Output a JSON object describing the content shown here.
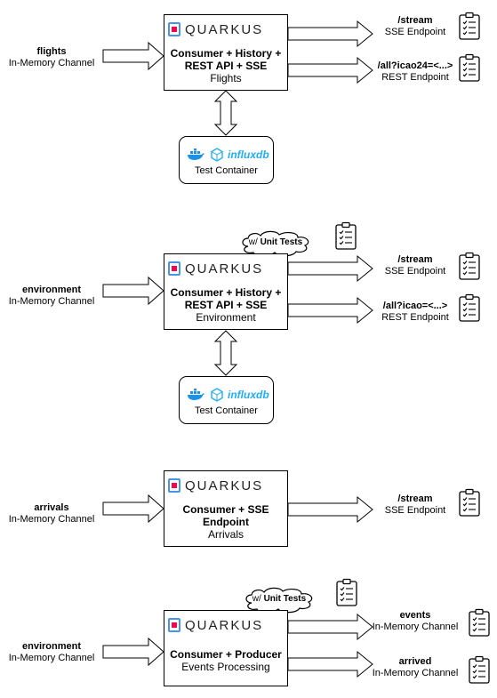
{
  "brand": {
    "name": "QUARKUS",
    "logo_color": "#4695eb",
    "logo_accent": "#ff004a"
  },
  "test_container": {
    "label": "Test Container",
    "db_name": "influxdb",
    "docker_color": "#1d91e6",
    "influx_color": "#22adf6"
  },
  "cloud": {
    "label_prefix": "w/ ",
    "label_bold": "Unit Tests"
  },
  "sections": [
    {
      "input": {
        "name": "flights",
        "channel": "In-Memory Channel"
      },
      "service": {
        "title_line1": "Consumer + History +",
        "title_line2": "REST API + SSE",
        "subtitle": "Flights"
      },
      "outputs": [
        {
          "name": "/stream",
          "desc": "SSE Endpoint"
        },
        {
          "name": "/all?icao24=<...>",
          "desc": "REST Endpoint"
        }
      ]
    },
    {
      "input": {
        "name": "environment",
        "channel": "In-Memory Channel"
      },
      "service": {
        "title_line1": "Consumer + History +",
        "title_line2": "REST API + SSE",
        "subtitle": "Environment"
      },
      "outputs": [
        {
          "name": "/stream",
          "desc": "SSE Endpoint"
        },
        {
          "name": "/all?icao=<...>",
          "desc": "REST Endpoint"
        }
      ]
    },
    {
      "input": {
        "name": "arrivals",
        "channel": "In-Memory Channel"
      },
      "service": {
        "title_line1": "Consumer + SSE",
        "title_line2": "Endpoint",
        "subtitle": "Arrivals"
      },
      "outputs": [
        {
          "name": "/stream",
          "desc": "SSE Endpoint"
        }
      ]
    },
    {
      "input": {
        "name": "environment",
        "channel": "In-Memory Channel"
      },
      "service": {
        "title_line1": "Consumer + Producer",
        "title_line2": "",
        "subtitle": "Events Processing"
      },
      "outputs": [
        {
          "name": "events",
          "desc": "In-Memory Channel"
        },
        {
          "name": "arrived",
          "desc": "In-Memory Channel"
        }
      ]
    }
  ]
}
